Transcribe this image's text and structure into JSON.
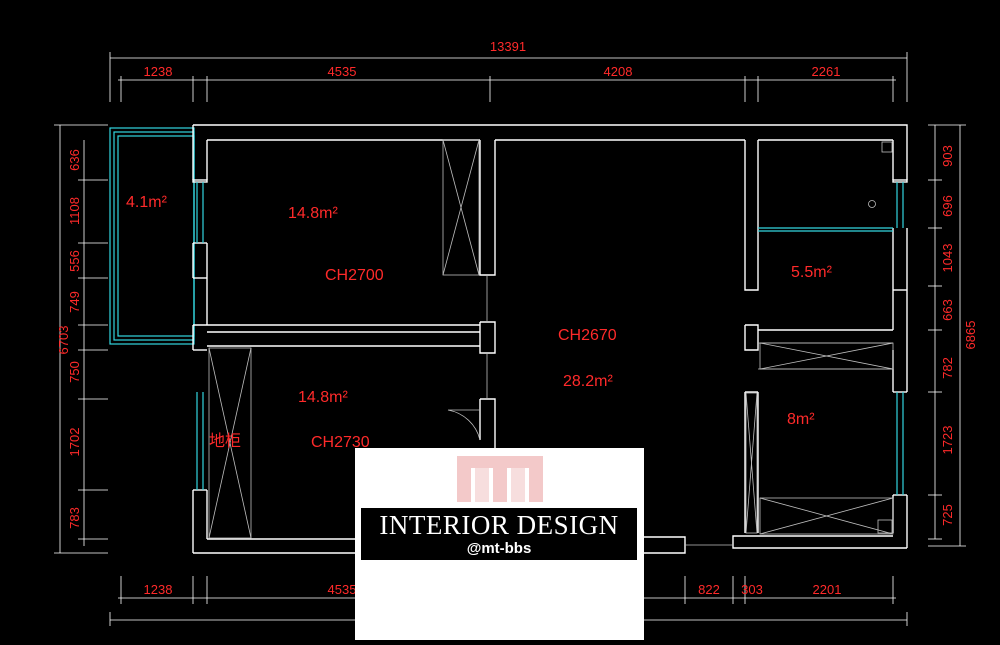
{
  "dimensions": {
    "total_width": "13391",
    "top": [
      "1238",
      "4535",
      "4208",
      "2261"
    ],
    "bottom": [
      "1238",
      "4535",
      "822",
      "303",
      "2201"
    ],
    "left_total": "6703",
    "left": [
      "636",
      "1108",
      "556",
      "749",
      "750",
      "1702",
      "783"
    ],
    "right_total": "6865",
    "right": [
      "903",
      "696",
      "1043",
      "663",
      "782",
      "1723",
      "725"
    ]
  },
  "rooms": {
    "balcony_area": "4.1m²",
    "bedroom1_area": "14.8m²",
    "bedroom1_height": "CH2700",
    "living_height": "CH2670",
    "living_area": "28.2m²",
    "bathroom_area": "5.5m²",
    "bedroom2_area": "14.8m²",
    "bedroom2_height": "CH2730",
    "kitchen_area": "8m²",
    "cabinet_label": "地柜"
  },
  "watermark": {
    "title": "INTERIOR DESIGN",
    "handle": "@mt-bbs"
  }
}
